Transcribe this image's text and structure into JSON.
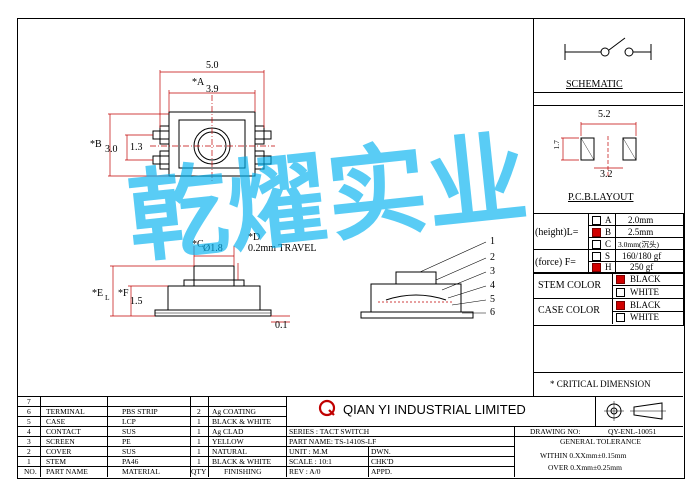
{
  "drawing": {
    "top_view": {
      "dim_width": "5.0",
      "dim_a": "*A",
      "dim_a_val": "3.9",
      "dim_b": "*B",
      "dim_b_val": "3.0",
      "dim_13": "1.3"
    },
    "side_view": {
      "dim_c": "*C",
      "dim_c_val": "Ø1.8",
      "dim_d": "*D",
      "travel": "0.2mm TRAVEL",
      "dim_e": "*E",
      "dim_e_sub": "L",
      "dim_f": "*F",
      "dim_f_val": "1.5",
      "dim_01": "0.1"
    },
    "callouts": [
      "1",
      "2",
      "3",
      "4",
      "5",
      "6"
    ]
  },
  "right_panel": {
    "schematic_label": "SCHEMATIC",
    "pcb_label": "P.C.B.LAYOUT",
    "pcb_dim_top": "5.2",
    "pcb_dim_side": "1.7",
    "pcb_dim_mid": "3.2",
    "height_label": "(height)L=",
    "force_label": "(force) F=",
    "height_options": [
      {
        "code": "A",
        "value": "2.0mm",
        "checked": false
      },
      {
        "code": "B",
        "value": "2.5mm",
        "checked": true
      },
      {
        "code": "C",
        "value": "3.0mm(沉头)",
        "checked": false
      }
    ],
    "force_options": [
      {
        "code": "S",
        "value": "160/180 gf",
        "checked": false
      },
      {
        "code": "H",
        "value": "250 gf",
        "checked": true
      }
    ],
    "stem_color_label": "STEM COLOR",
    "case_color_label": "CASE COLOR",
    "stem_colors": [
      {
        "name": "BLACK",
        "checked": true
      },
      {
        "name": "WHITE",
        "checked": false
      }
    ],
    "case_colors": [
      {
        "name": "BLACK",
        "checked": true
      },
      {
        "name": "WHITE",
        "checked": false
      }
    ],
    "critical_note": "* CRITICAL  DIMENSION"
  },
  "watermark": "乾燿实业",
  "bom": {
    "headers": {
      "no": "NO.",
      "name": "PART NAME",
      "material": "MATERIAL",
      "qty": "QTY",
      "finishing": "FINISHING"
    },
    "rows": [
      {
        "no": "7",
        "name": "",
        "material": "",
        "qty": "",
        "finishing": ""
      },
      {
        "no": "6",
        "name": "TERMINAL",
        "material": "PBS STRIP",
        "qty": "2",
        "finishing": "Ag COATING"
      },
      {
        "no": "5",
        "name": "CASE",
        "material": "LCP",
        "qty": "1",
        "finishing": "BLACK & WHITE"
      },
      {
        "no": "4",
        "name": "CONTACT",
        "material": "SUS",
        "qty": "1",
        "finishing": "Ag CLAD"
      },
      {
        "no": "3",
        "name": "SCREEN",
        "material": "PE",
        "qty": "1",
        "finishing": "YELLOW"
      },
      {
        "no": "2",
        "name": "COVER",
        "material": "SUS",
        "qty": "1",
        "finishing": "NATURAL"
      },
      {
        "no": "1",
        "name": "STEM",
        "material": "PA46",
        "qty": "1",
        "finishing": "BLACK & WHITE"
      }
    ]
  },
  "title_block": {
    "company": "QIAN YI INDUSTRIAL LIMITED",
    "drawing_no_label": "DRAWING NO:",
    "drawing_no": "QY-ENL-10051",
    "series": "SERIES : TACT SWITCH",
    "part_name": "PART NAME: TS-1410S-LF",
    "unit": "UNIT : M.M",
    "scale": "SCALE : 10:1",
    "rev": "REV  : A/0",
    "dwn": "DWN.",
    "chkd": "CHK'D",
    "appd": "APPD.",
    "general_tolerance": "GENERAL TOLERANCE",
    "tol_within": "WITHIN 0.XXmm±0.15mm",
    "tol_over": "OVER   0.Xmm±0.25mm"
  },
  "colors": {
    "watermark": "#00b0f0",
    "check_on": "#d10000",
    "dim_red": "#c00000"
  }
}
